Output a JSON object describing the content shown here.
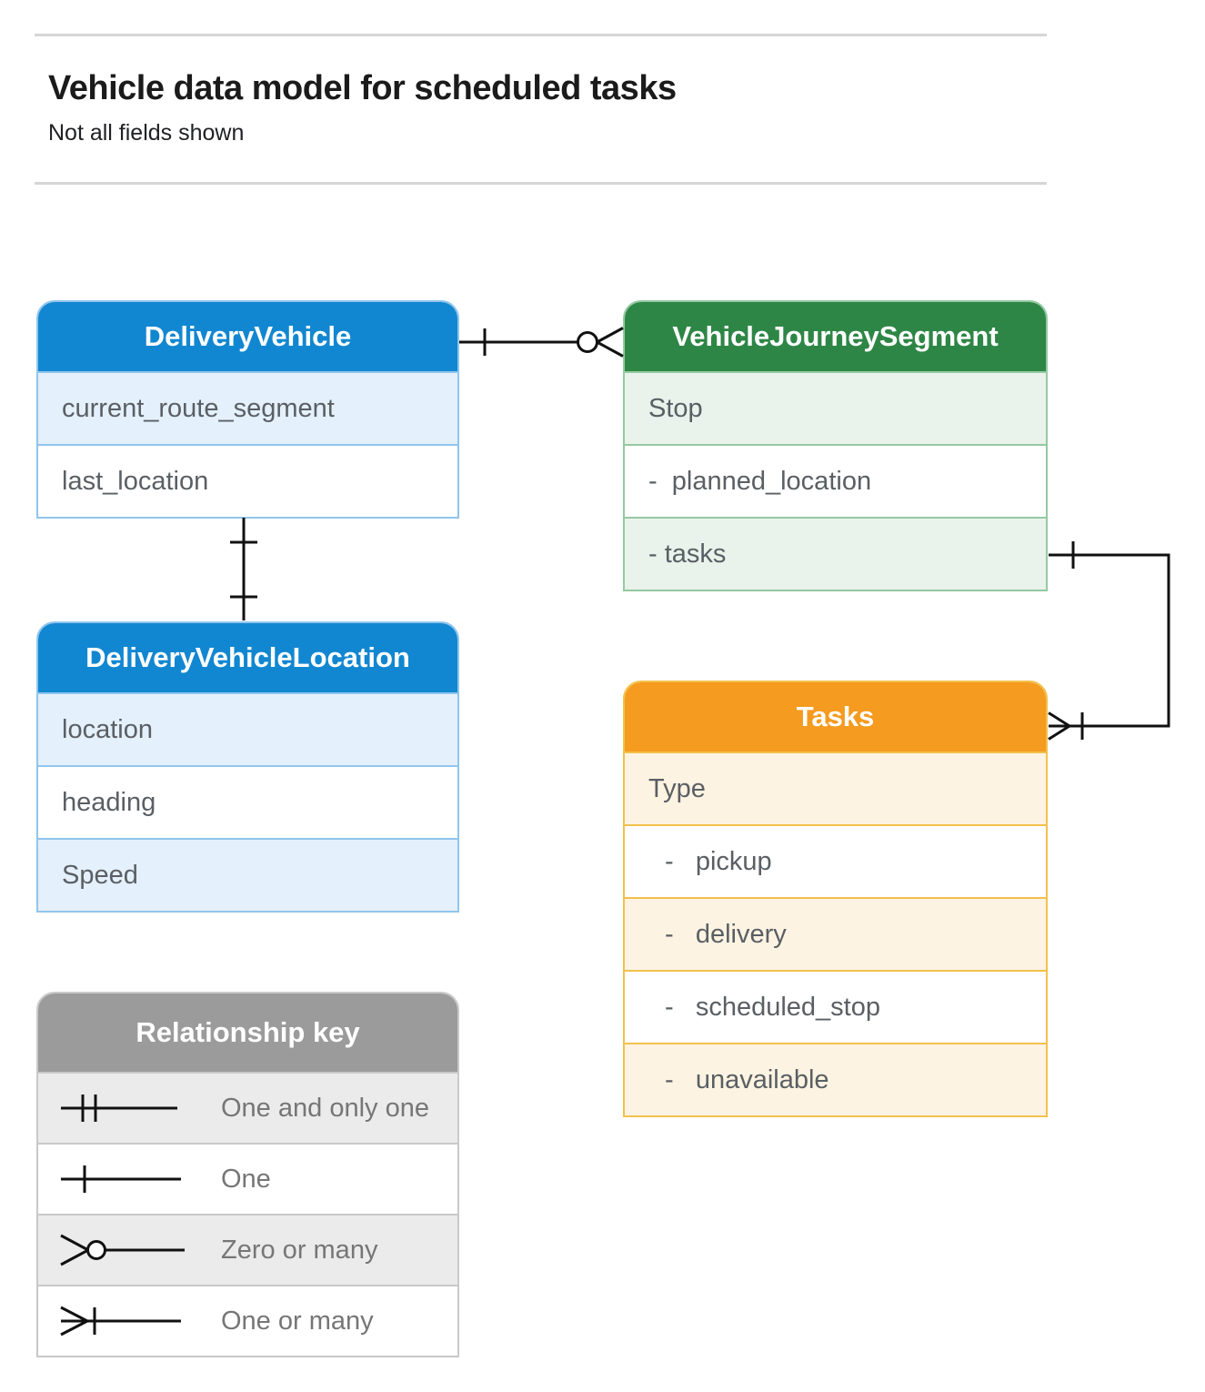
{
  "page": {
    "title": "Vehicle data model for scheduled tasks",
    "subtitle": "Not all fields shown"
  },
  "colors": {
    "blue_header": "#1287d1",
    "blue_tint": "#e4f0fb",
    "green_header": "#2e8646",
    "green_tint": "#e9f2eb",
    "orange_header": "#f59b20",
    "orange_tint": "#fdf3e2",
    "gray_header": "#9b9b9b",
    "gray_tint": "#ebebeb",
    "connector": "#111111",
    "field_text": "#5a5f64"
  },
  "entities": [
    {
      "id": "delivery-vehicle",
      "title": "DeliveryVehicle",
      "theme": "blue",
      "fields": [
        {
          "label": "current_route_segment"
        },
        {
          "label": "last_location"
        }
      ]
    },
    {
      "id": "vehicle-journey-segment",
      "title": "VehicleJourneySegment",
      "theme": "green",
      "fields": [
        {
          "label": "Stop"
        },
        {
          "label": "-  planned_location"
        },
        {
          "label": "- tasks"
        }
      ]
    },
    {
      "id": "delivery-vehicle-location",
      "title": "DeliveryVehicleLocation",
      "theme": "blue",
      "fields": [
        {
          "label": "location"
        },
        {
          "label": "heading"
        },
        {
          "label": "Speed"
        }
      ]
    },
    {
      "id": "tasks",
      "title": "Tasks",
      "theme": "orange",
      "fields": [
        {
          "label": "Type"
        },
        {
          "label": "-   pickup"
        },
        {
          "label": "-   delivery"
        },
        {
          "label": "-   scheduled_stop"
        },
        {
          "label": "-   unavailable"
        }
      ]
    }
  ],
  "relationships": [
    {
      "from": "DeliveryVehicle",
      "to": "VehicleJourneySegment",
      "from_cardinality": "one",
      "to_cardinality": "zero-or-many"
    },
    {
      "from": "DeliveryVehicle",
      "to": "DeliveryVehicleLocation",
      "from_cardinality": "one",
      "to_cardinality": "one"
    },
    {
      "from": "VehicleJourneySegment.tasks",
      "to": "Tasks",
      "from_cardinality": "one",
      "to_cardinality": "one-or-many"
    }
  ],
  "legend": {
    "title": "Relationship key",
    "items": [
      {
        "icon": "one-and-only-one-icon",
        "label": "One and only one"
      },
      {
        "icon": "one-icon",
        "label": "One"
      },
      {
        "icon": "zero-or-many-icon",
        "label": "Zero or many"
      },
      {
        "icon": "one-or-many-icon",
        "label": "One or many"
      }
    ]
  }
}
